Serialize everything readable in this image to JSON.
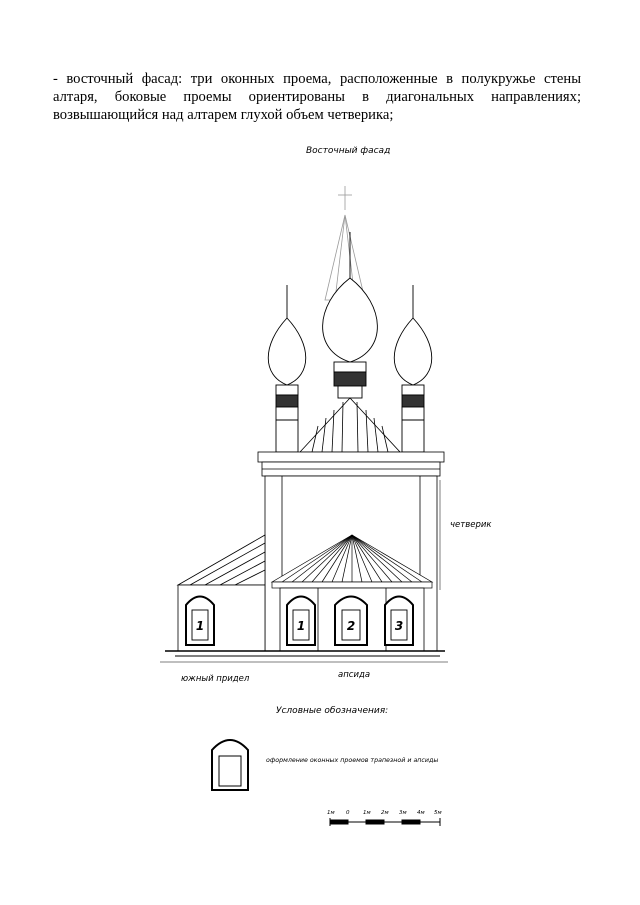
{
  "paragraph": "- восточный фасад: три оконных проема, расположенные в полукружье стены алтаря, боковые проемы ориентированы в диагональных направлениях; возвышающийся над алтарем глухой объем четверика;",
  "drawing": {
    "title": "Восточный фасад",
    "label_chetverik": "четверик",
    "label_south_chapel": "южный придел",
    "label_apse": "апсида",
    "window_numbers": [
      "1",
      "1",
      "2",
      "3"
    ]
  },
  "legend": {
    "title": "Условные обозначения:",
    "item_text": "оформление оконных проемов трапезной и апсиды"
  },
  "scale_bar": {
    "labels": [
      "1м",
      "0",
      "1м",
      "2м",
      "3м",
      "4м",
      "5м"
    ]
  },
  "colors": {
    "ink": "#000000",
    "light_ink": "#9a9a9a",
    "background": "#ffffff"
  }
}
